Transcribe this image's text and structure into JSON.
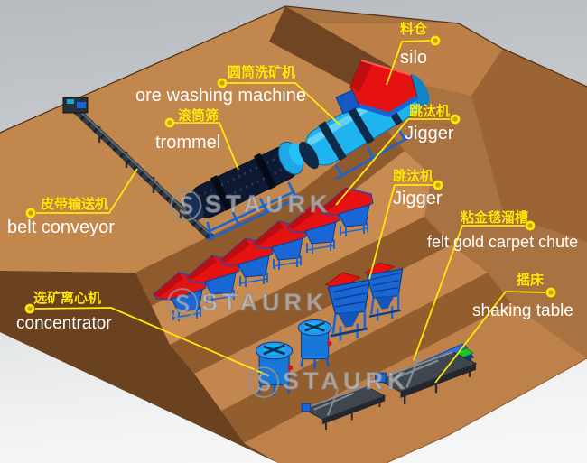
{
  "watermark": {
    "symbol": "Ⓢ",
    "text": "STAURK"
  },
  "labels": [
    {
      "id": "silo",
      "cn": "料仓",
      "en": "silo"
    },
    {
      "id": "ore-washing",
      "cn": "圆筒洗矿机",
      "en": "ore washing machine"
    },
    {
      "id": "trommel",
      "cn": "滚筒筛",
      "en": "trommel"
    },
    {
      "id": "jigger-upper",
      "cn": "跳汰机",
      "en": "Jigger"
    },
    {
      "id": "jigger-lower",
      "cn": "跳汰机",
      "en": "Jigger"
    },
    {
      "id": "belt-conveyor",
      "cn": "皮带输送机",
      "en": "belt conveyor"
    },
    {
      "id": "concentrator",
      "cn": "选矿离心机",
      "en": "concentrator"
    },
    {
      "id": "felt-chute",
      "cn": "粘金毯溜槽",
      "en": "felt gold carpet chute"
    },
    {
      "id": "shaking-table",
      "cn": "摇床",
      "en": "shaking table"
    }
  ],
  "colors": {
    "label_chinese": "#FFE70A",
    "label_english": "#FFFFFF",
    "leader_line": "#FFE70A",
    "terrain_light": "#C2874D",
    "terrain_mid": "#A97241",
    "terrain_wall": "#8F5B2C",
    "terrain_dark": "#6B4220",
    "machine_red": "#E61212",
    "machine_blue": "#1A66D4",
    "machine_cyan": "#1FB4EF",
    "trommel_dark": "#0E1A34",
    "chute_green": "#1EC32A",
    "table_gray": "#40464E",
    "background_gray": "#C6CACD"
  }
}
